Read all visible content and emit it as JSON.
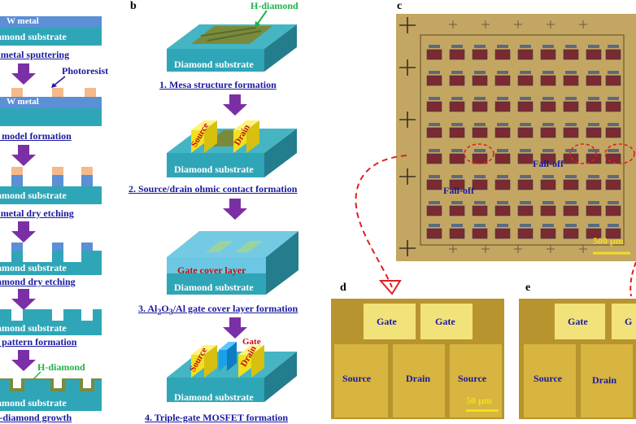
{
  "panel_a": {
    "w_metal": "W metal",
    "substrate": "Diamond substrate",
    "photoresist": "Photoresist",
    "h_diamond": "H-diamond",
    "steps": [
      "W metal sputtering",
      "Ti model formation",
      "W metal dry etching",
      "Diamond dry etching",
      "Ti pattern formation",
      "H-diamond growth"
    ],
    "substrate_short": "Diamond substrate"
  },
  "panel_b": {
    "letter": "b",
    "h_diamond": "H-diamond",
    "substrate": "Diamond substrate",
    "source": "Source",
    "drain": "Drain",
    "gate": "Gate",
    "gate_cover": "Gate cover layer",
    "steps": [
      "1. Mesa structure formation",
      "2. Source/drain ohmic contact formation",
      "3. Al2O3/Al gate cover layer formation",
      "4. Triple-gate MOSFET formation"
    ]
  },
  "panel_c": {
    "letter": "c",
    "falloff_1": "Fall-off",
    "falloff_2": "Fall-off",
    "scale": "500 μm"
  },
  "panel_d": {
    "letter": "d",
    "gate1": "Gate",
    "gate2": "Gate",
    "source1": "Source",
    "drain": "Drain",
    "source2": "Source",
    "scale": "50 μm"
  },
  "panel_e": {
    "letter": "e",
    "gate1": "Gate",
    "gate2": "G",
    "source": "Source",
    "drain": "Drain"
  },
  "colors": {
    "teal_top": "#2fa6b8",
    "teal_side": "#237d8c",
    "w_metal": "#5b8fd6",
    "photoresist": "#f5b98a",
    "h_diamond": "#7a8a3c",
    "arrow": "#7b2fa6",
    "caption": "#1a1aa0",
    "gold": "#c8a040",
    "pad": "#f2e27a"
  }
}
